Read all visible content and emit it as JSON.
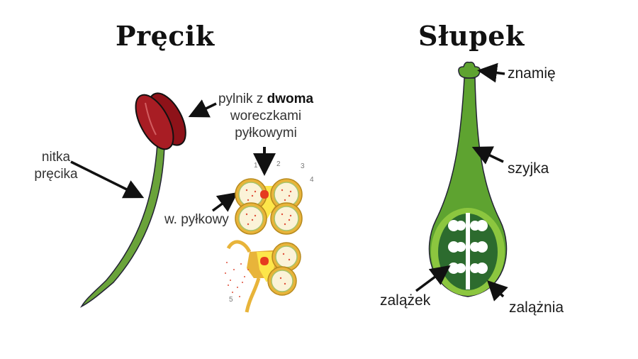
{
  "stamen": {
    "title": "Pręcik",
    "labels": {
      "filament_line1": "nitka",
      "filament_line2": "pręcika",
      "anther_line1_prefix": "pylnik z ",
      "anther_line1_bold": "dwoma",
      "anther_line2": "woreczkami",
      "anther_line3": "pyłkowymi",
      "pollen_sac": "w. pyłkowy"
    },
    "cross_section_numbers": [
      "1",
      "2",
      "3",
      "4",
      "5"
    ],
    "colors": {
      "anther": "#9e1b22",
      "filament": "#6aa33a",
      "cross_section": "#e8b43a"
    }
  },
  "pistil": {
    "title": "Słupek",
    "labels": {
      "stigma": "znamię",
      "style": "szyjka",
      "ovule": "zalążek",
      "ovary": "zalążnia"
    },
    "colors": {
      "outer": "#5ea330",
      "inner": "#2c6b2e",
      "ovary_rim": "#8cc63f"
    }
  }
}
